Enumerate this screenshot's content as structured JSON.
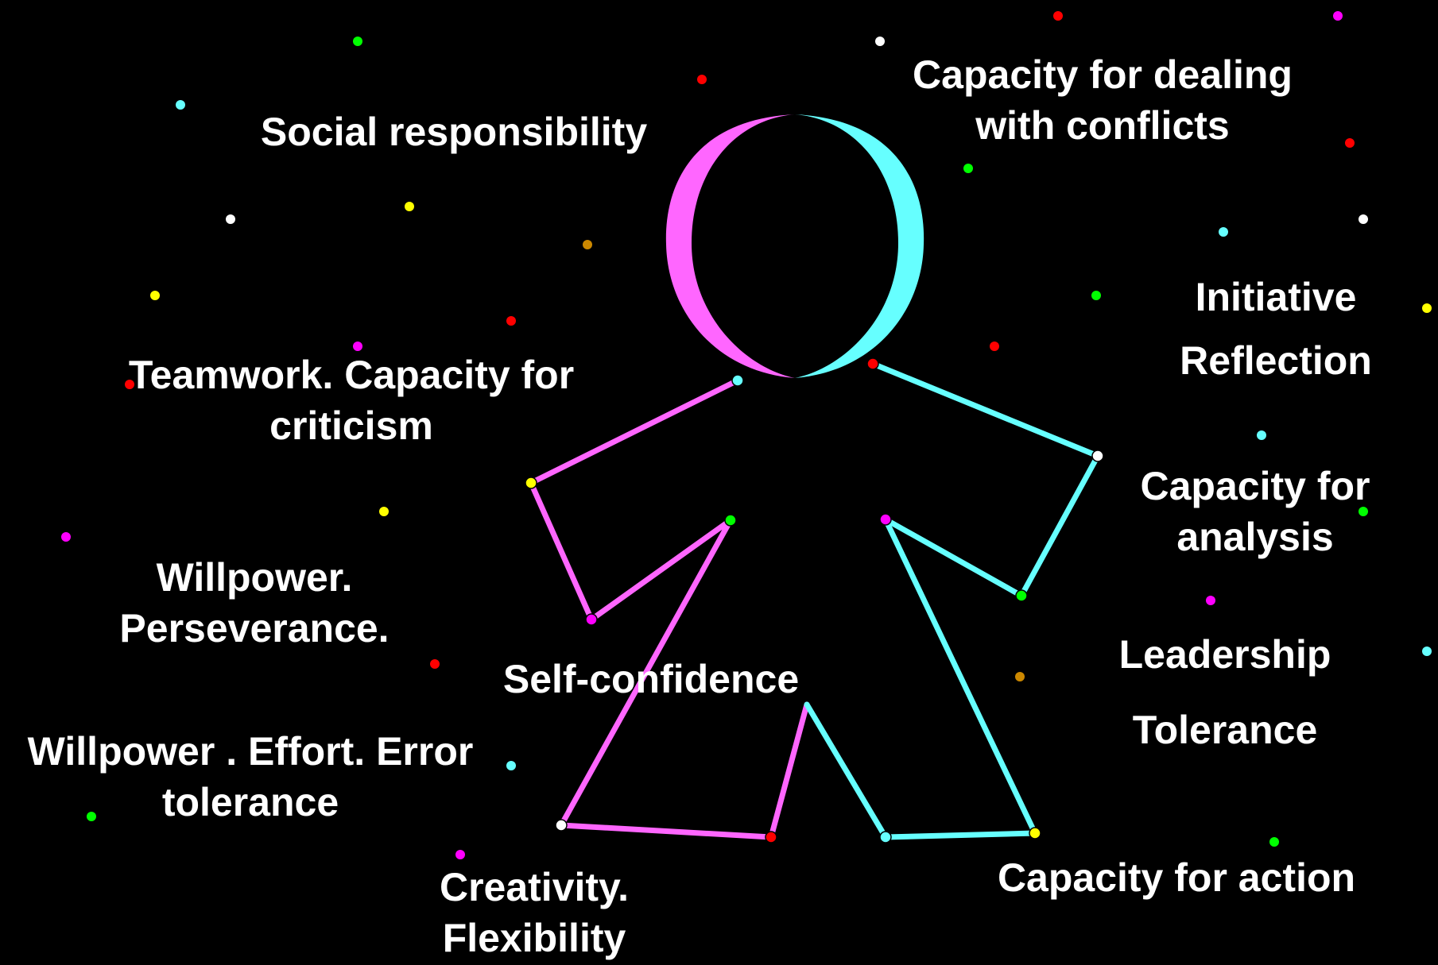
{
  "colors": {
    "background": "#000000",
    "left_side": "#ff66ff",
    "right_side": "#66ffff",
    "text": "#ffffff",
    "dot_palette": [
      "#ff0000",
      "#00ff00",
      "#ffff00",
      "#ff00ff",
      "#66ffff",
      "#ffffff",
      "#cc8800"
    ]
  },
  "labels": {
    "social_responsibility": [
      "Social responsibility"
    ],
    "conflicts": [
      "Capacity for dealing",
      "with conflicts"
    ],
    "initiative": [
      "Initiative"
    ],
    "reflection": [
      "Reflection"
    ],
    "teamwork": [
      "Teamwork. Capacity for",
      "criticism"
    ],
    "analysis": [
      "Capacity for",
      "analysis"
    ],
    "willpower_perseverance": [
      "Willpower.",
      "Perseverance."
    ],
    "leadership": [
      "Leadership"
    ],
    "self_confidence": [
      "Self-confidence"
    ],
    "tolerance": [
      "Tolerance"
    ],
    "willpower_effort": [
      "Willpower . Effort. Error",
      "tolerance"
    ],
    "action": [
      "Capacity for action"
    ],
    "creativity": [
      "Creativity.",
      "Flexibility"
    ]
  }
}
